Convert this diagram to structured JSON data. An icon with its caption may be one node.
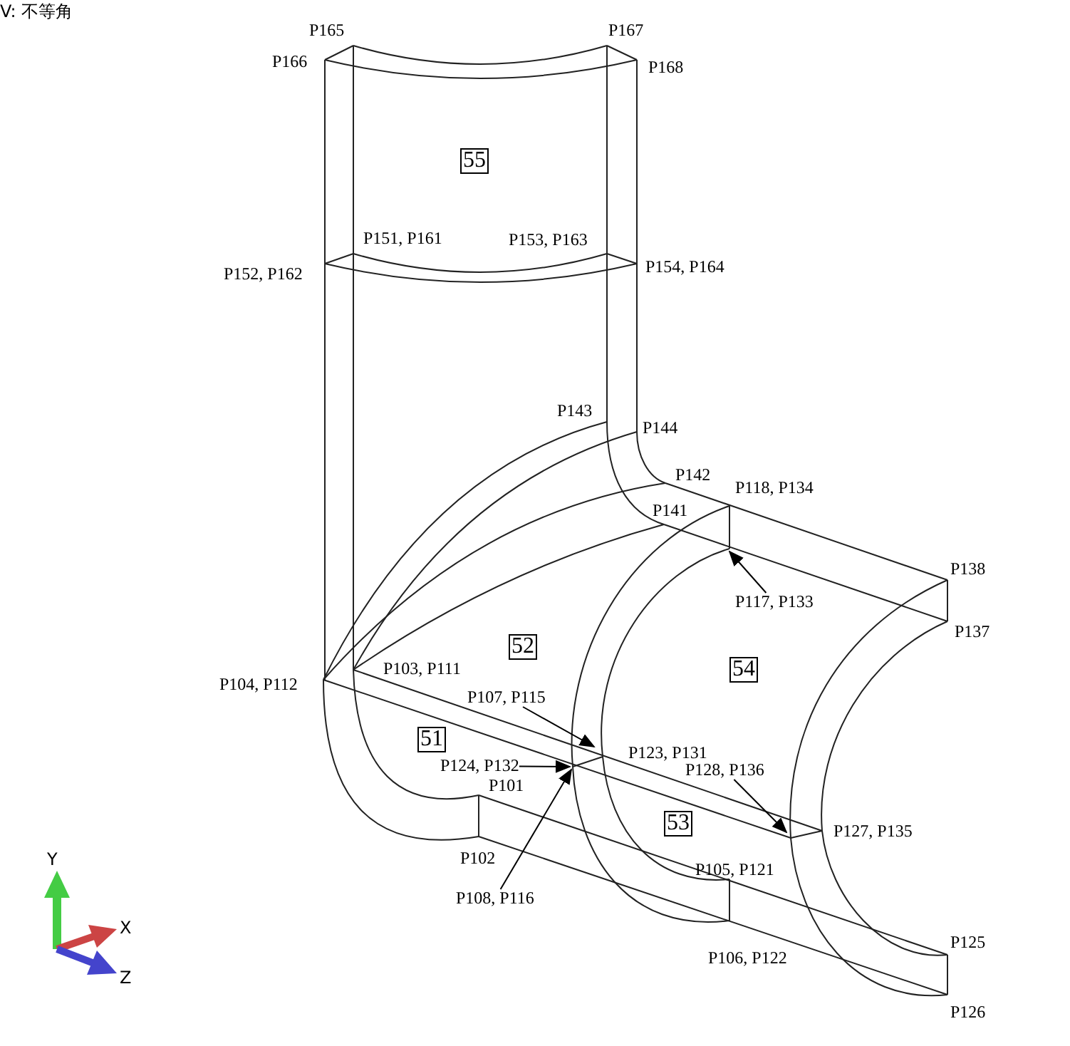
{
  "diagram": {
    "nodes": [
      {
        "text": [
          "55"
        ]
      },
      {
        "text": [
          "52"
        ]
      },
      {
        "text": [
          "54"
        ]
      },
      {
        "text": [
          "51"
        ]
      },
      {
        "text": [
          "53"
        ]
      },
      {
        "text": [
          "P117, P133"
        ]
      },
      {
        "text": [
          "P107, P115"
        ]
      },
      {
        "text": [
          "P124, P132"
        ]
      },
      {
        "text": [
          "P108, P116"
        ]
      },
      {
        "text": [
          "P128, P136"
        ]
      }
    ],
    "edges": [
      {
        "from": 5,
        "to": null,
        "arrow": "to"
      },
      {
        "from": 6,
        "to": null,
        "arrow": "to"
      },
      {
        "from": 7,
        "to": null,
        "arrow": "to"
      },
      {
        "from": 8,
        "to": null,
        "arrow": "to"
      },
      {
        "from": 9,
        "to": null,
        "arrow": "to"
      }
    ],
    "labels": [
      "V: 不等角",
      "P165",
      "P167",
      "P166",
      "P168",
      "P151, P161",
      "P153, P163",
      "P152, P162",
      "P154, P164",
      "P143",
      "P144",
      "P142",
      "P118, P134",
      "P141",
      "P138",
      "P137",
      "P103, P111",
      "P104, P112",
      "P123, P131",
      "P101",
      "P127, P135",
      "P102",
      "P105, P121",
      "P106, P122",
      "P125",
      "P126",
      "Y",
      "X",
      "Z"
    ]
  }
}
